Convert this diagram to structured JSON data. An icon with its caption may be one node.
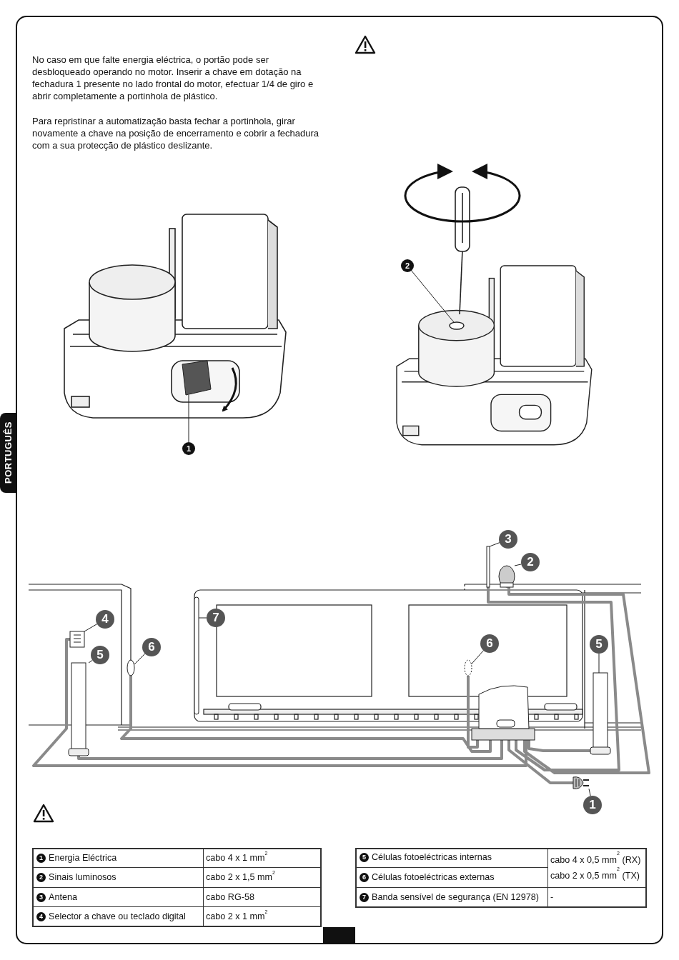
{
  "diagram": {
    "nodes": [
      {
        "text": [
          "2"
        ]
      },
      {
        "text": [
          "1"
        ]
      },
      {
        "text": [
          "3"
        ]
      },
      {
        "text": [
          "2"
        ]
      },
      {
        "text": [
          "4"
        ]
      },
      {
        "text": [
          "7"
        ]
      },
      {
        "text": [
          "6"
        ]
      },
      {
        "text": [
          "5"
        ]
      },
      {
        "text": [
          "6"
        ]
      },
      {
        "text": [
          "5"
        ]
      },
      {
        "text": [
          "1"
        ]
      },
      {
        "text": [],
        "shape": "picture"
      },
      {
        "text": [],
        "shape": "circle"
      },
      {
        "text": [],
        "shape": "bar"
      },
      {
        "text": [],
        "shape": "picture"
      },
      {
        "text": [],
        "shape": "picture"
      },
      {
        "text": [],
        "shape": "bar"
      },
      {
        "text": [],
        "shape": "circle"
      },
      {
        "text": [],
        "shape": "bar"
      },
      {
        "text": [],
        "shape": "circle"
      },
      {
        "text": [],
        "shape": "bar"
      },
      {
        "text": [],
        "shape": "picture"
      },
      {
        "text": [],
        "shape": "picture"
      }
    ],
    "edges": [
      {
        "from": 0,
        "to": 12,
        "arrow": "none"
      },
      {
        "from": 1,
        "to": 11,
        "arrow": "none"
      },
      {
        "from": 2,
        "to": 13,
        "arrow": "none"
      },
      {
        "from": 3,
        "to": 14,
        "arrow": "none"
      },
      {
        "from": 4,
        "to": 15,
        "arrow": "none"
      },
      {
        "from": 5,
        "to": 16,
        "arrow": "none"
      },
      {
        "from": 6,
        "to": 17,
        "arrow": "none"
      },
      {
        "from": 7,
        "to": 18,
        "arrow": "none"
      },
      {
        "from": 8,
        "to": 19,
        "arrow": "none"
      },
      {
        "from": 9,
        "to": 20,
        "arrow": "none"
      },
      {
        "from": 10,
        "to": 21,
        "arrow": "none"
      },
      {
        "from": 15,
        "to": 22,
        "arrow": "none",
        "style": "thick",
        "color": "#8a8a8a"
      },
      {
        "from": 18,
        "to": 22,
        "arrow": "none",
        "style": "thick",
        "color": "#8a8a8a"
      },
      {
        "from": 17,
        "to": 22,
        "arrow": "none",
        "style": "thick",
        "color": "#8a8a8a"
      },
      {
        "from": 19,
        "to": 22,
        "arrow": "none",
        "style": "thick",
        "color": "#8a8a8a"
      },
      {
        "from": 20,
        "to": 22,
        "arrow": "none",
        "style": "thick",
        "color": "#8a8a8a"
      },
      {
        "from": 13,
        "to": 22,
        "arrow": "none",
        "style": "thick",
        "color": "#8a8a8a"
      },
      {
        "from": 14,
        "to": 22,
        "arrow": "none",
        "style": "thick",
        "color": "#8a8a8a"
      },
      {
        "from": 22,
        "to": 21,
        "arrow": "none",
        "style": "thick",
        "color": "#8a8a8a"
      }
    ],
    "labels": [
      "No caso em que falte energia eléctrica, o portão pode ser desbloqueado operando no motor. Inserir a chave em dotação na fechadura 1 presente no lado frontal do motor, efectuar 1/4 de giro e abrir completamente a portinhola de plástico.",
      "Para repristinar a automatização basta fechar a portinhola, girar novamente a chave na posição de encerramento e cobrir a fechadura com a sua protecção de plástico deslizante.",
      "PORTUGUÊS",
      "1",
      "Energia Eléctrica",
      "cabo 4 x 1 mm$^{2}$",
      "2",
      "Sinais luminosos",
      "cabo 2 x 1,5 mm$^{2}$",
      "3",
      "Antena",
      "cabo RG-58",
      "4",
      "Selector a chave ou teclado digital",
      "cabo 2 x 1 mm$^{2}$",
      "5",
      "Células fotoeléctricas internas",
      "cabo 4 x 0,5 mm$^{2}$ (RX) cabo 2 x 0,5 mm$^{2}$ (TX)",
      "6",
      "Células fotoeléctricas externas",
      "7",
      "Banda sensível de segurança (EN 12978)",
      "-"
    ]
  }
}
